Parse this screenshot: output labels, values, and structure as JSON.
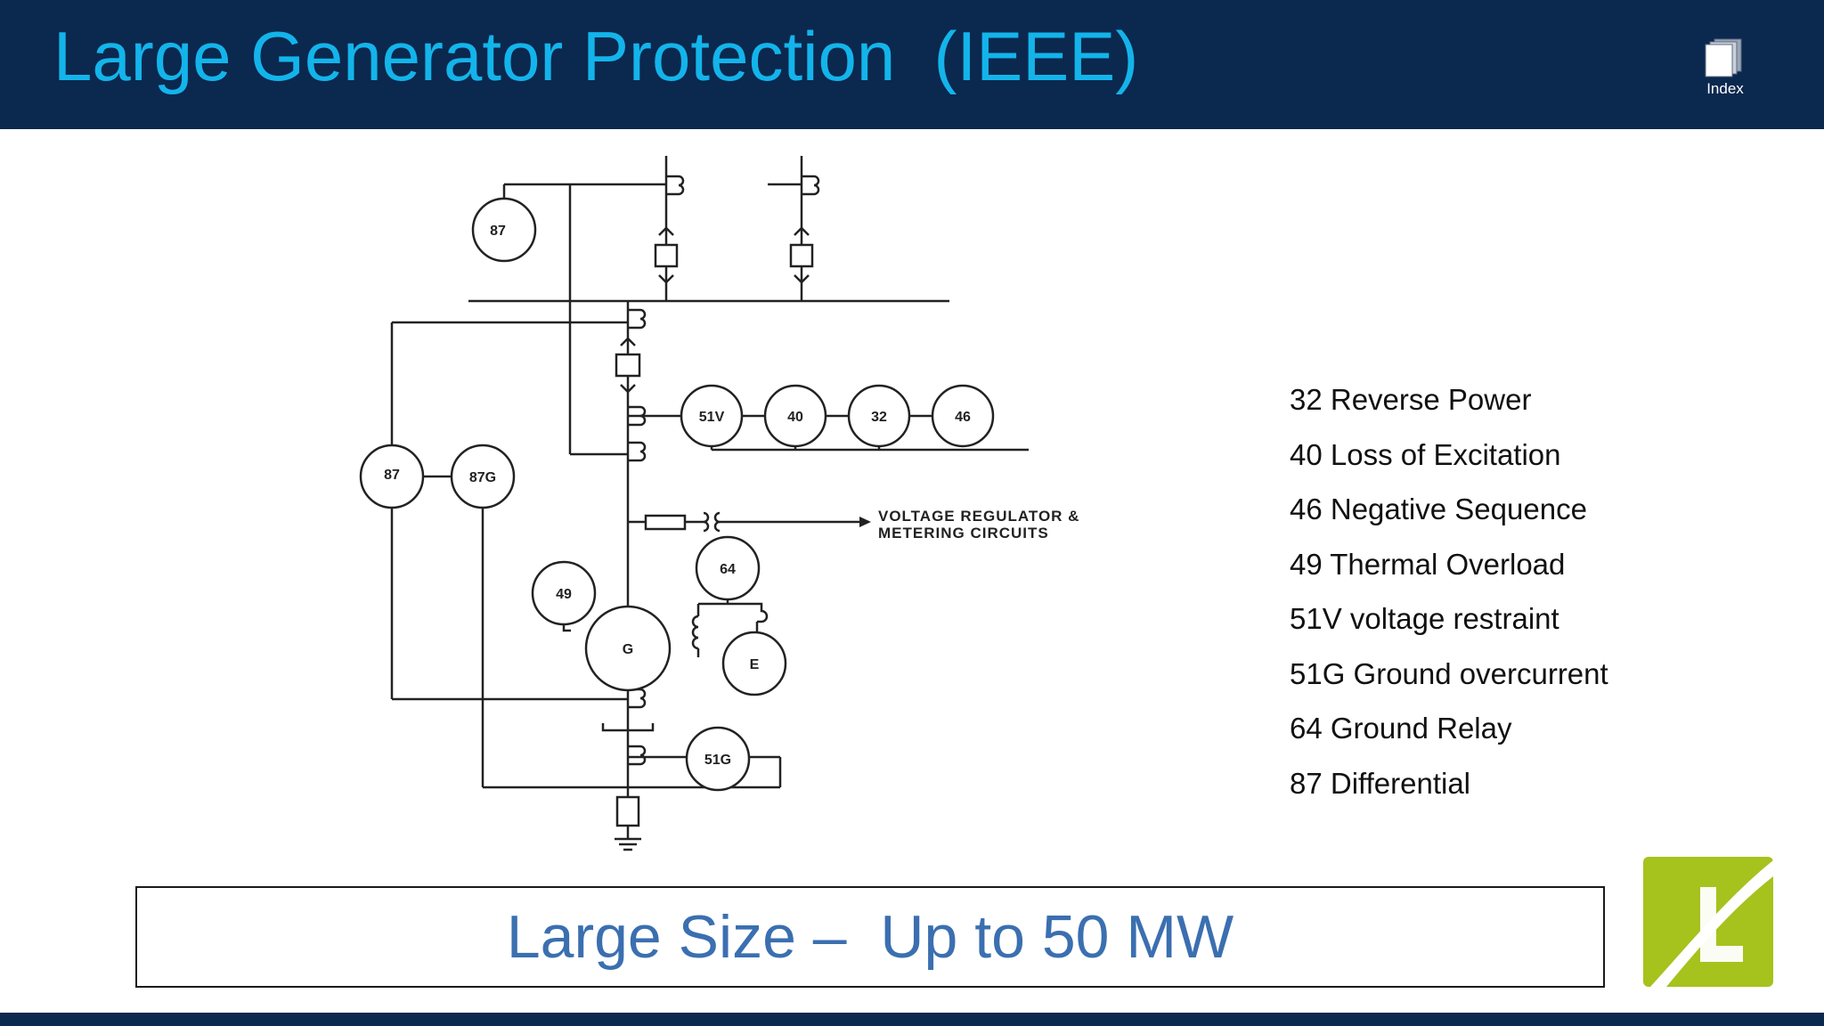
{
  "slide": {
    "title": "Large Generator Protection  (IEEE)",
    "index_label": "Index",
    "caption": "Large Size –  Up to 50 MW"
  },
  "diagram": {
    "relays": {
      "r87_top": "87",
      "r51v": "51V",
      "r40": "40",
      "r32": "32",
      "r46": "46",
      "r87_left": "87",
      "r87g": "87G",
      "r64": "64",
      "r49": "49",
      "gen": "G",
      "exciter": "E",
      "r51g": "51G"
    },
    "vr_label_line1": "VOLTAGE REGULATOR &",
    "vr_label_line2": "METERING CIRCUITS"
  },
  "legend": [
    "32 Reverse Power",
    "40 Loss of Excitation",
    "46 Negative Sequence",
    "49 Thermal Overload",
    "51V voltage restraint",
    "51G Ground overcurrent",
    "64 Ground Relay",
    "87 Differential"
  ],
  "colors": {
    "header_bg": "#0b284f",
    "title": "#13b4ea",
    "caption": "#3b6fb0",
    "logo_green": "#a6c21d"
  },
  "icons": {
    "index": "stacked-pages-icon",
    "logo": "company-logo"
  }
}
